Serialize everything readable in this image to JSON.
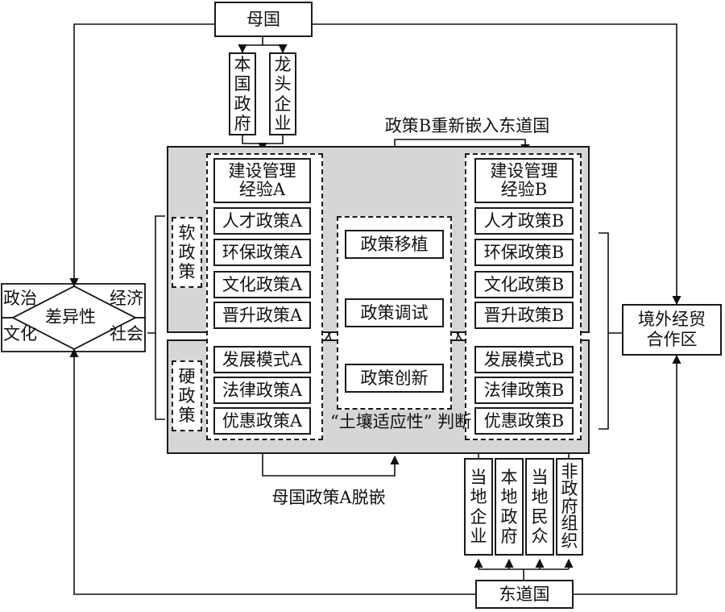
{
  "home_country": "母国",
  "home_actors": [
    "本\n国\n政\n府",
    "龙\n头\n企\n业"
  ],
  "host_country": "东道国",
  "host_actors": [
    "当\n地\n企\n业",
    "本\n地\n政\n府",
    "当\n地\n民\n众",
    "非\n政\n府\n组\n织"
  ],
  "zone": "境外经贸\n合作区",
  "difference": {
    "center": "差异性",
    "top_left": "政治",
    "top_right": "经济",
    "bottom_left": "文化",
    "bottom_right": "社会"
  },
  "soft_policy": "软\n政\n策",
  "hard_policy": "硬\n政\n策",
  "policies_a": {
    "construction": "建设管理\n经验A",
    "soft": [
      "人才政策A",
      "环保政策A",
      "文化政策A",
      "晋升政策A"
    ],
    "hard": [
      "发展模式A",
      "法律政策A",
      "优惠政策A"
    ]
  },
  "policies_b": {
    "construction": "建设管理\n经验B",
    "soft": [
      "人才政策B",
      "环保政策B",
      "文化政策B",
      "晋升政策B"
    ],
    "hard": [
      "发展模式B",
      "法律政策B",
      "优惠政策B"
    ]
  },
  "processes": [
    "政策移植",
    "政策调试",
    "政策创新"
  ],
  "soil_label": "“土壤适应性”\n判断",
  "reembed_label": "政策B重新嵌入东道国",
  "disembed_label": "母国政策A脱嵌"
}
